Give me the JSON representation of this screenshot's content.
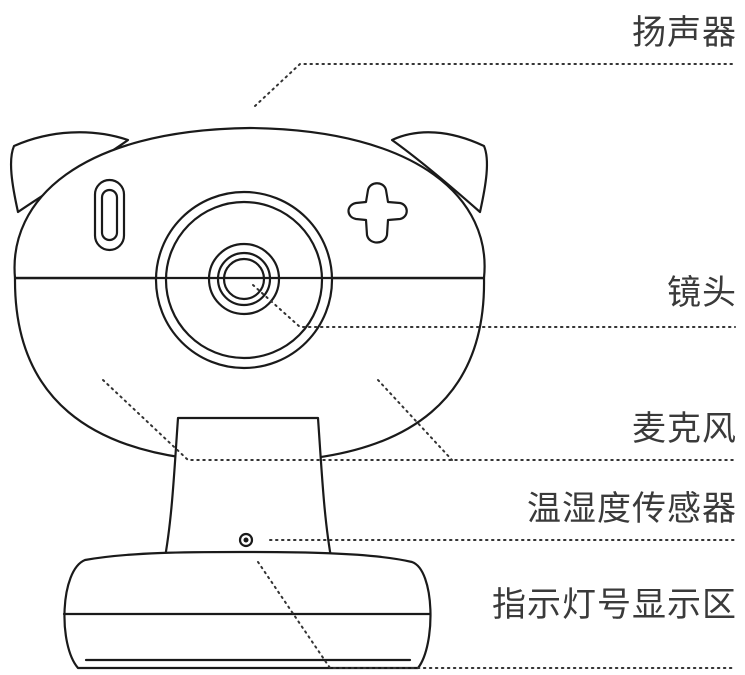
{
  "labels": {
    "speaker": "扬声器",
    "lens": "镜头",
    "microphone": "麦克风",
    "sensor": "温湿度传感器",
    "indicator": "指示灯号显示区"
  }
}
